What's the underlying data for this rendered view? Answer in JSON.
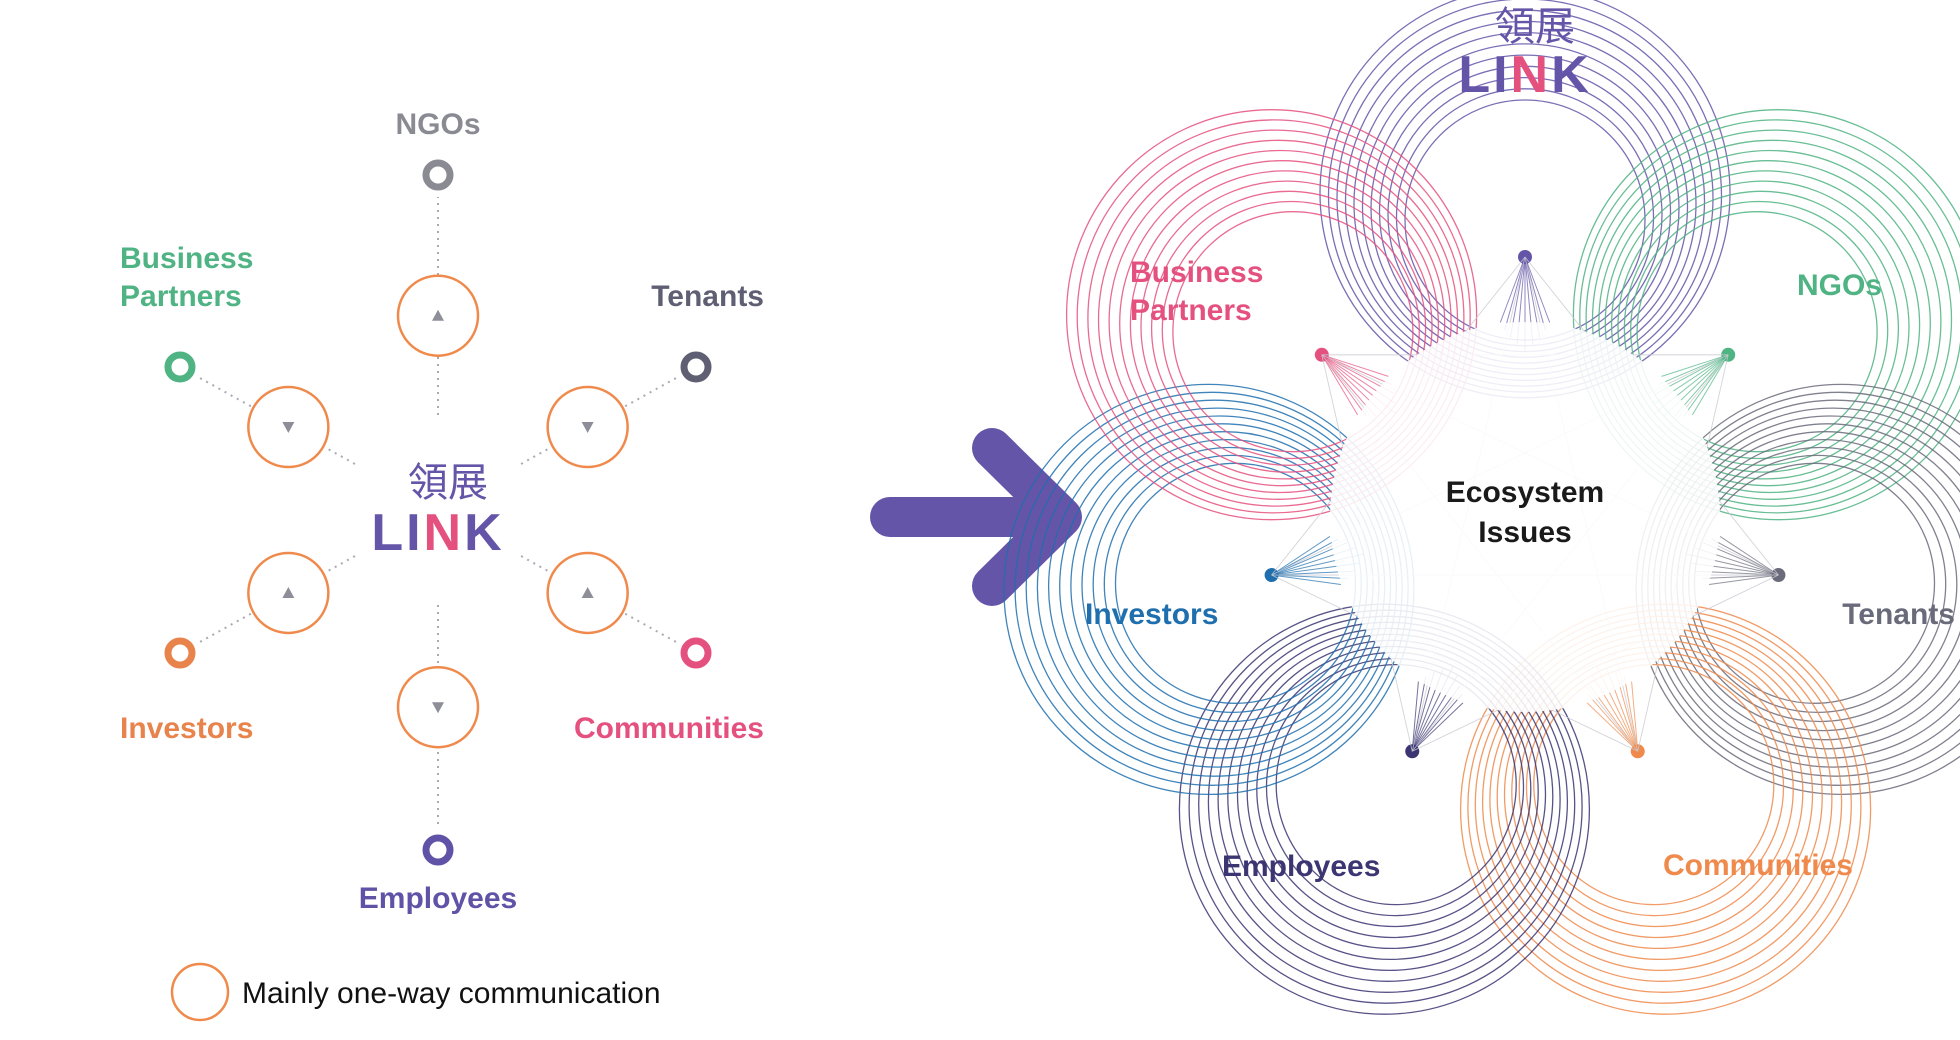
{
  "colors": {
    "ngos_left": "#8a8a93",
    "business_left": "#4fb383",
    "tenants": "#5e5f73",
    "investors_left": "#e8834b",
    "communities_left": "#e5517f",
    "employees": "#6052a6",
    "ring": "#ef8a4c",
    "arrow": "#6455a8",
    "link_purple": "#6455a8",
    "link_pink": "#e5517f",
    "business_right": "#e5517f",
    "ngos_right": "#4fb383",
    "investors_right": "#1f6fae",
    "employees_right": "#3b3572",
    "communities_right": "#ef8a4c",
    "tenants_right": "#6a6b7a"
  },
  "logo": {
    "chinese": "領展",
    "english_prefix": "LI",
    "english_n": "N",
    "english_suffix": "K"
  },
  "left": {
    "nodes": [
      {
        "id": "ngos",
        "label_lines": [
          "NGOs"
        ],
        "color_key": "ngos_left",
        "direction": "up"
      },
      {
        "id": "tenants",
        "label_lines": [
          "Tenants"
        ],
        "color_key": "tenants",
        "direction": "down"
      },
      {
        "id": "communities",
        "label_lines": [
          "Communities"
        ],
        "color_key": "communities_left",
        "direction": "up"
      },
      {
        "id": "employees",
        "label_lines": [
          "Employees"
        ],
        "color_key": "employees",
        "direction": "down"
      },
      {
        "id": "investors",
        "label_lines": [
          "Investors"
        ],
        "color_key": "investors_left",
        "direction": "up"
      },
      {
        "id": "business",
        "label_lines": [
          "Business",
          "Partners"
        ],
        "color_key": "business_left",
        "direction": "down"
      }
    ],
    "legend": "Mainly one-way communication"
  },
  "right": {
    "center_lines": [
      "Ecosystem",
      "Issues"
    ],
    "nodes": [
      {
        "id": "link",
        "label_lines": [],
        "color_key": "link_purple"
      },
      {
        "id": "ngos",
        "label_lines": [
          "NGOs"
        ],
        "color_key": "ngos_right"
      },
      {
        "id": "tenants",
        "label_lines": [
          "Tenants"
        ],
        "color_key": "tenants_right"
      },
      {
        "id": "communities",
        "label_lines": [
          "Communities"
        ],
        "color_key": "communities_right"
      },
      {
        "id": "employees",
        "label_lines": [
          "Employees"
        ],
        "color_key": "employees_right"
      },
      {
        "id": "investors",
        "label_lines": [
          "Investors"
        ],
        "color_key": "investors_right"
      },
      {
        "id": "business",
        "label_lines": [
          "Business",
          "Partners"
        ],
        "color_key": "business_right"
      }
    ]
  }
}
